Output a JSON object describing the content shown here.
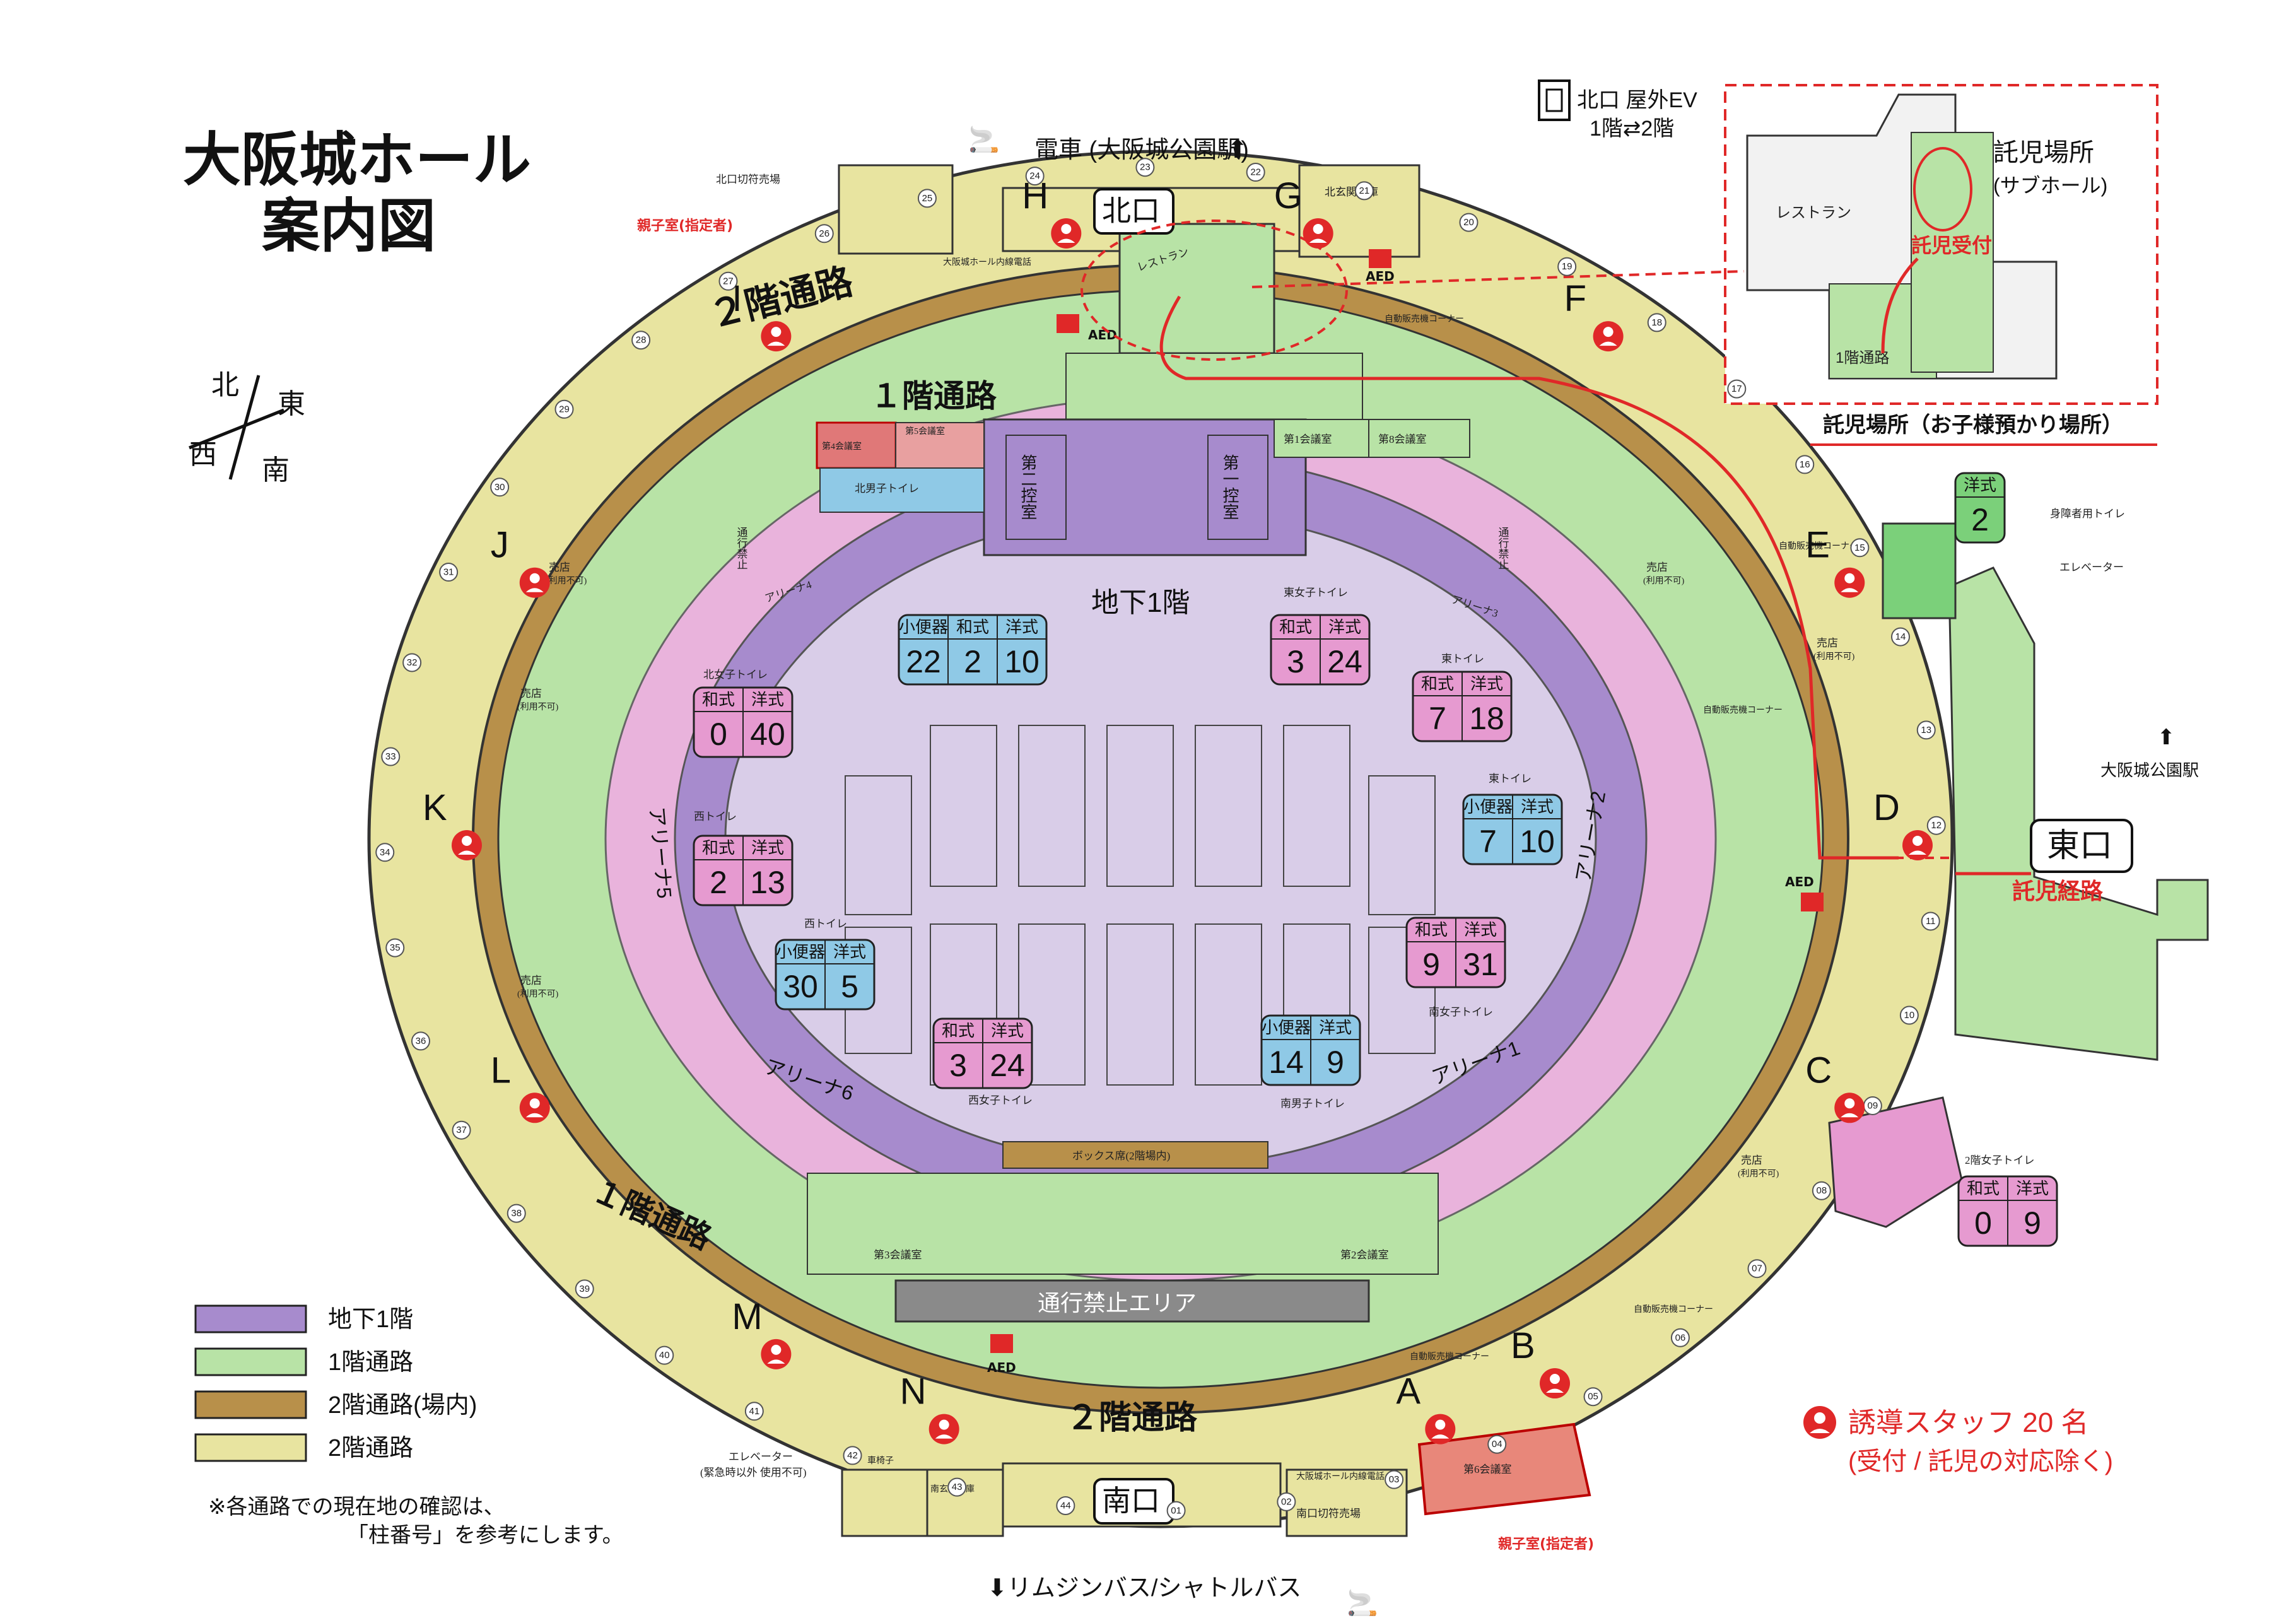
{
  "title": {
    "line1": "大阪城ホール",
    "line2": "案内図"
  },
  "top_caption": {
    "train": "電車 (大阪城公園駅)",
    "arrow": "⬆"
  },
  "ev_note": {
    "line1": "北口 屋外EV",
    "line2": "1階⇄2階"
  },
  "compass": {
    "north": "北",
    "east": "東",
    "west": "西",
    "south": "南"
  },
  "gates": {
    "north": "北口",
    "east": "東口",
    "south": "南口"
  },
  "gate_letters": [
    "A",
    "B",
    "C",
    "D",
    "E",
    "F",
    "G",
    "H",
    "I",
    "J",
    "K",
    "L",
    "M",
    "N"
  ],
  "corridors": {
    "f2_top": "２階通路",
    "f2_bottom": "２階通路",
    "f1_top": "１階通路",
    "f1_left": "１階通路",
    "basement": "地下1階"
  },
  "rooms": {
    "north_ticket": "北口切符売場",
    "north_storage": "北玄関倉庫",
    "parent_room_top": "親子室(指定者)",
    "restaurant": "レストラン",
    "ctrl2": "第二控室",
    "ctrl1": "第一控室",
    "conf1": "第1会議室",
    "conf8": "第8会議室",
    "conf4": "第4会議室",
    "conf5": "第5会議室",
    "conf2": "第2会議室",
    "conf3": "第3会議室",
    "conf6": "第6会議室",
    "box_seats": "ボックス席(2階場内)",
    "no_entry": "通行禁止エリア",
    "south_ticket": "南口切符売場",
    "south_storage": "南玄関倉庫",
    "parent_room_bottom": "親子室(指定者)",
    "elevator_s": "エレベーター",
    "elevator_s_note": "(緊急時以外 使用不可)",
    "wheelchair": "車椅子",
    "internal_phone_s": "大阪城ホール内線電話",
    "internal_phone_n": "大阪城ホール内線電話",
    "disabled_toilet": "身障者用トイレ",
    "elevator_e": "エレベーター",
    "station_e": "大阪城公園駅",
    "f2_women_toilet": "2階女子トイレ",
    "n_men": "北男子トイレ",
    "n_women": "北女子トイレ",
    "e_women": "東女子トイレ",
    "e_toilet": "東トイレ",
    "s_women": "南女子トイレ",
    "s_men": "南男子トイレ",
    "w_women": "西女子トイレ",
    "w_toilet": "西トイレ",
    "arena1": "アリーナ1",
    "arena2": "アリーナ2",
    "arena3": "アリーナ3",
    "arena4": "アリーナ4",
    "arena5": "アリーナ5",
    "arena6": "アリーナ6",
    "shop": "売店",
    "shop_note": "(利用不可)",
    "vending": "自動販売機コーナー",
    "no_pass": "通行禁止",
    "aed": "AED",
    "bottom_caption": "⬇リムジンバス/シャトルバス"
  },
  "childcare": {
    "restaurant": "レストラン",
    "place": "託児場所",
    "subhall": "(サブホール)",
    "reception": "託児受付",
    "corridor": "1階通路",
    "caption": "託児場所（お子様預かり場所）",
    "route": "託児経路"
  },
  "legend": [
    {
      "label": "地下1階",
      "color": "#a78bcd"
    },
    {
      "label": "1階通路",
      "color": "#b8e3a6"
    },
    {
      "label": "2階通路(場内)",
      "color": "#b8904a"
    },
    {
      "label": "2階通路",
      "color": "#e8e4a0"
    }
  ],
  "note": {
    "line1": "※各通路での現在地の確認は、",
    "line2": "「柱番号」を参考にします。"
  },
  "staff": {
    "line1": "誘導スタッフ 20 名",
    "line2": "(受付 / 託児の対応除く)"
  },
  "pillars": [
    "01",
    "02",
    "03",
    "04",
    "05",
    "06",
    "07",
    "08",
    "09",
    "10",
    "11",
    "12",
    "13",
    "14",
    "15",
    "16",
    "17",
    "18",
    "19",
    "20",
    "21",
    "22",
    "23",
    "24",
    "25",
    "26",
    "27",
    "28",
    "29",
    "30",
    "31",
    "32",
    "33",
    "34",
    "35",
    "36",
    "37",
    "38",
    "39",
    "40",
    "41",
    "42",
    "43",
    "44"
  ],
  "toilets": [
    {
      "name": "北男子トイレ",
      "h": [
        "小便器",
        "和式",
        "洋式"
      ],
      "v": [
        "22",
        "2",
        "10"
      ],
      "color": "#8fc9e6"
    },
    {
      "name": "東女子トイレ",
      "h": [
        "和式",
        "洋式"
      ],
      "v": [
        "3",
        "24"
      ],
      "color": "#e69ad0"
    },
    {
      "name": "北女子トイレ",
      "h": [
        "和式",
        "洋式"
      ],
      "v": [
        "0",
        "40"
      ],
      "color": "#e69ad0"
    },
    {
      "name": "東トイレ",
      "h": [
        "和式",
        "洋式"
      ],
      "v": [
        "7",
        "18"
      ],
      "color": "#e69ad0"
    },
    {
      "name": "東トイレ",
      "h": [
        "小便器",
        "洋式"
      ],
      "v": [
        "7",
        "10"
      ],
      "color": "#8fc9e6"
    },
    {
      "name": "西トイレ",
      "h": [
        "和式",
        "洋式"
      ],
      "v": [
        "2",
        "13"
      ],
      "color": "#e69ad0"
    },
    {
      "name": "西トイレ",
      "h": [
        "小便器",
        "洋式"
      ],
      "v": [
        "30",
        "5"
      ],
      "color": "#8fc9e6"
    },
    {
      "name": "南女子トイレ",
      "h": [
        "和式",
        "洋式"
      ],
      "v": [
        "9",
        "31"
      ],
      "color": "#e69ad0"
    },
    {
      "name": "西女子トイレ",
      "h": [
        "和式",
        "洋式"
      ],
      "v": [
        "3",
        "24"
      ],
      "color": "#e69ad0"
    },
    {
      "name": "南男子トイレ",
      "h": [
        "小便器",
        "洋式"
      ],
      "v": [
        "14",
        "9"
      ],
      "color": "#8fc9e6"
    },
    {
      "name": "2階女子トイレ",
      "h": [
        "和式",
        "洋式"
      ],
      "v": [
        "0",
        "9"
      ],
      "color": "#e69ad0"
    },
    {
      "name": "身障者用トイレ",
      "h": [
        "洋式"
      ],
      "v": [
        "2"
      ],
      "color": "#7bd07a"
    }
  ],
  "colors": {
    "basement": "#a78bcd",
    "arena_floor": "#d9cde8",
    "f1": "#b8e3a6",
    "f2_inner": "#b8904a",
    "f2": "#e8e4a0",
    "pink": "#e69ad0",
    "blue": "#8fc9e6",
    "red": "#e02828",
    "gray": "#8a8a8a"
  }
}
